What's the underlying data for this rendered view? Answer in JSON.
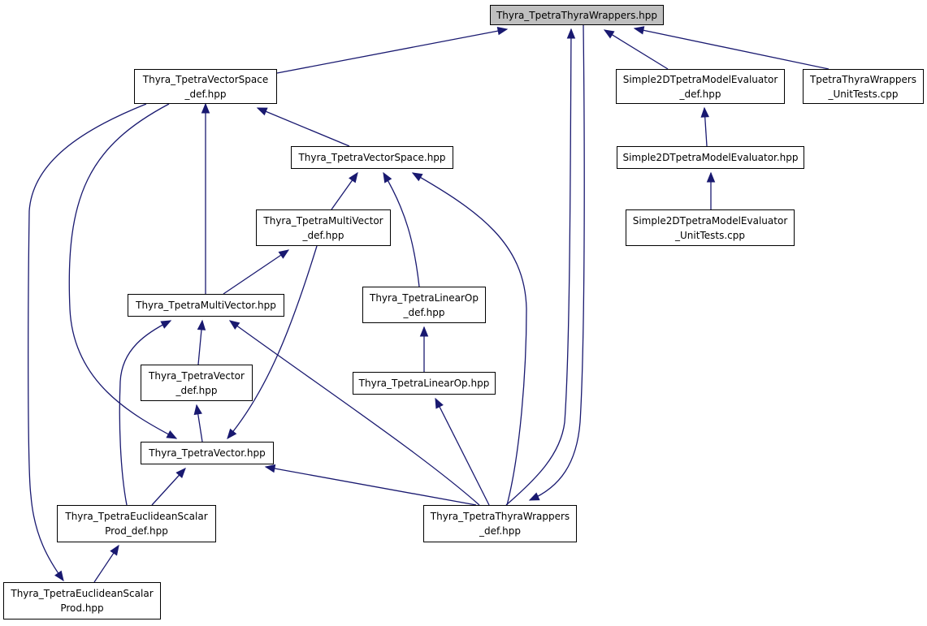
{
  "colors": {
    "edge": "#191970",
    "node_border": "#000000",
    "focus_fill": "#bfbfbf"
  },
  "nodes": {
    "root": {
      "line1": "Thyra_TpetraThyraWrappers.hpp"
    },
    "vs_def": {
      "line1": "Thyra_TpetraVectorSpace",
      "line2": "_def.hpp"
    },
    "s2d_def": {
      "line1": "Simple2DTpetraModelEvaluator",
      "line2": "_def.hpp"
    },
    "unit": {
      "line1": "TpetraThyraWrappers",
      "line2": "_UnitTests.cpp"
    },
    "vs": {
      "line1": "Thyra_TpetraVectorSpace.hpp"
    },
    "s2d": {
      "line1": "Simple2DTpetraModelEvaluator.hpp"
    },
    "s2d_unit": {
      "line1": "Simple2DTpetraModelEvaluator",
      "line2": "_UnitTests.cpp"
    },
    "mv_def": {
      "line1": "Thyra_TpetraMultiVector",
      "line2": "_def.hpp"
    },
    "mv": {
      "line1": "Thyra_TpetraMultiVector.hpp"
    },
    "lo_def": {
      "line1": "Thyra_TpetraLinearOp",
      "line2": "_def.hpp"
    },
    "v_def": {
      "line1": "Thyra_TpetraVector",
      "line2": "_def.hpp"
    },
    "lo": {
      "line1": "Thyra_TpetraLinearOp.hpp"
    },
    "v": {
      "line1": "Thyra_TpetraVector.hpp"
    },
    "esp_def": {
      "line1": "Thyra_TpetraEuclideanScalar",
      "line2": "Prod_def.hpp"
    },
    "tw_def": {
      "line1": "Thyra_TpetraThyraWrappers",
      "line2": "_def.hpp"
    },
    "esp": {
      "line1": "Thyra_TpetraEuclideanScalar",
      "line2": "Prod.hpp"
    }
  },
  "edges": [
    {
      "from": "vs_def",
      "to": "root"
    },
    {
      "from": "tw_def",
      "to": "root"
    },
    {
      "from": "root",
      "to": "tw_def"
    },
    {
      "from": "s2d_def",
      "to": "root"
    },
    {
      "from": "unit",
      "to": "root"
    },
    {
      "from": "vs",
      "to": "vs_def"
    },
    {
      "from": "mv",
      "to": "vs_def"
    },
    {
      "from": "v",
      "to": "vs_def"
    },
    {
      "from": "esp",
      "to": "vs_def"
    },
    {
      "from": "s2d",
      "to": "s2d_def"
    },
    {
      "from": "s2d_unit",
      "to": "s2d"
    },
    {
      "from": "mv_def",
      "to": "vs"
    },
    {
      "from": "lo_def",
      "to": "vs"
    },
    {
      "from": "tw_def",
      "to": "vs"
    },
    {
      "from": "mv",
      "to": "mv_def"
    },
    {
      "from": "v",
      "to": "mv_def"
    },
    {
      "from": "v_def",
      "to": "mv"
    },
    {
      "from": "esp_def",
      "to": "mv"
    },
    {
      "from": "tw_def",
      "to": "mv"
    },
    {
      "from": "lo",
      "to": "lo_def"
    },
    {
      "from": "tw_def",
      "to": "lo"
    },
    {
      "from": "v",
      "to": "v_def"
    },
    {
      "from": "esp_def",
      "to": "v"
    },
    {
      "from": "tw_def",
      "to": "v"
    },
    {
      "from": "esp",
      "to": "esp_def"
    }
  ]
}
